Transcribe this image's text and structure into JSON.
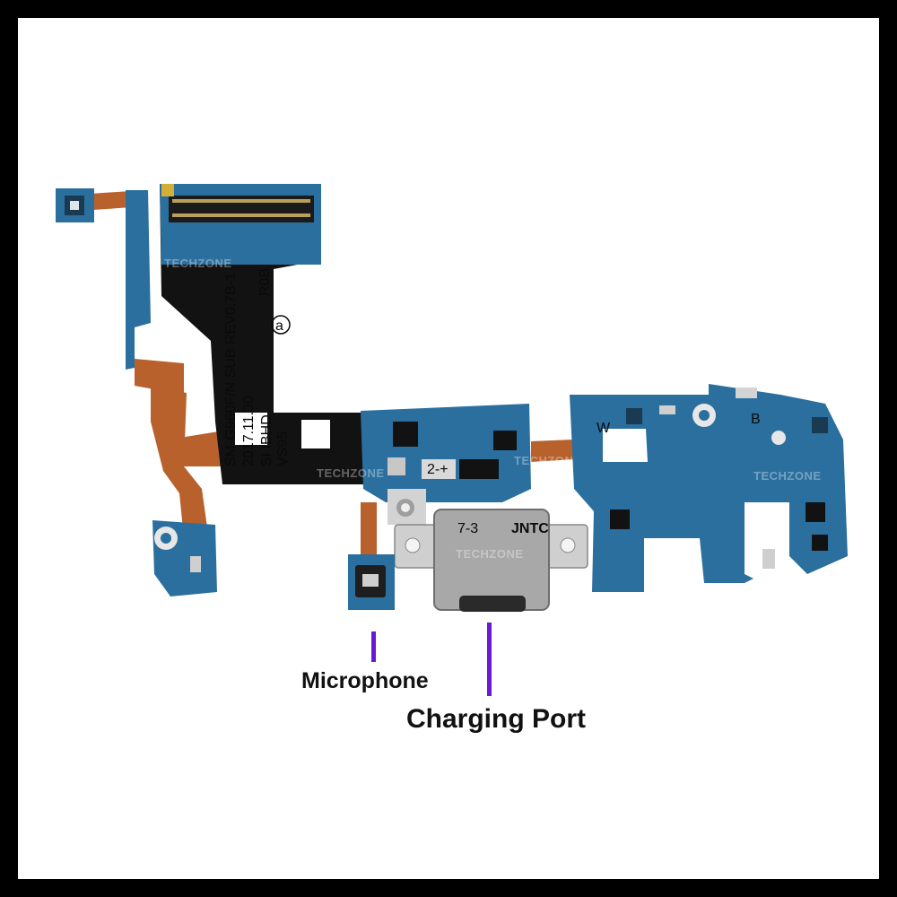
{
  "board": {
    "model_text": "SM-G960F/N SUB REV0.7B-1",
    "date_text": "2017.11.30",
    "code_text": "SI IBHD",
    "vs_text": "VS95",
    "a_mark": "a",
    "rev_text": "R0B",
    "connector_text": "2-+",
    "usb_text_left": "7-3",
    "usb_text_right": "JNTC",
    "antenna_w": "W",
    "antenna_b": "B",
    "watermark": "TECHZONE"
  },
  "callouts": {
    "microphone": "Microphone",
    "charging_port": "Charging Port"
  },
  "colors": {
    "callout_line": "#6a18d6",
    "pcb_blue": "#2b6f9e",
    "flex_black": "#121212",
    "flex_copper": "#b8612c"
  }
}
